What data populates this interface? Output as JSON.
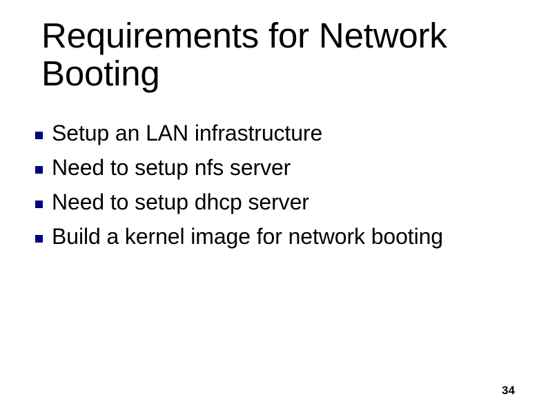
{
  "slide": {
    "title": "Requirements for Network Booting",
    "page_number": "34",
    "bullet_marker_color": "#000080",
    "text_color": "#000000",
    "background_color": "#FFFFFF",
    "bullets": [
      {
        "marker": "square-bullet-icon",
        "text": "Setup an LAN infrastructure"
      },
      {
        "marker": "square-bullet-icon",
        "text": "Need to setup nfs server"
      },
      {
        "marker": "square-bullet-icon",
        "text": "Need to setup dhcp server"
      },
      {
        "marker": "square-bullet-icon",
        "text": "Build a kernel image for network booting"
      }
    ]
  }
}
